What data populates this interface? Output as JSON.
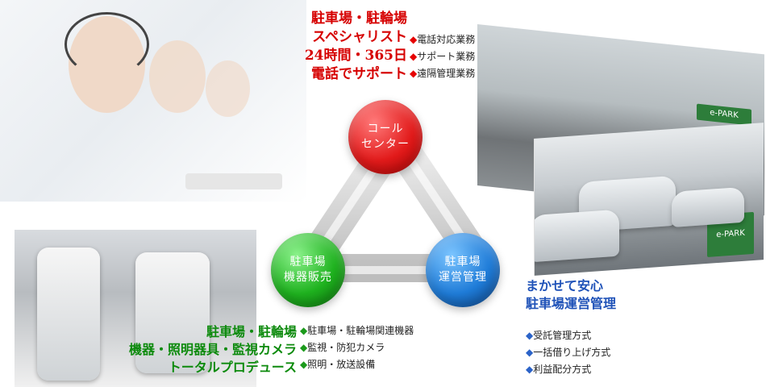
{
  "callcenter": {
    "headline": [
      "駐車場・駐輪場",
      "スペシャリスト",
      "24時間・365日",
      "電話でサポート"
    ],
    "items": [
      "電話対応業務",
      "サポート業務",
      "遠隔管理業務"
    ],
    "node_lines": [
      "コール",
      "センター"
    ],
    "color": "#d60000"
  },
  "equipment": {
    "headline": [
      "駐車場・駐輪場",
      "機器・照明器具・監視カメラ",
      "トータルプロデュース"
    ],
    "items": [
      "駐車場・駐輪場関連機器",
      "監視・防犯カメラ",
      "照明・放送設備"
    ],
    "node_lines": [
      "駐車場",
      "機器販売"
    ],
    "color": "#0c8a0c"
  },
  "operation": {
    "headline": [
      "まかせて安心",
      "駐車場運営管理"
    ],
    "items": [
      "受託管理方式",
      "一括借り上げ方式",
      "利益配分方式"
    ],
    "node_lines": [
      "駐車場",
      "運営管理"
    ],
    "color": "#1f52b8"
  },
  "signs": {
    "eparking": "e-PARK",
    "eparking2": "e-PARK"
  },
  "bullet": "◆"
}
